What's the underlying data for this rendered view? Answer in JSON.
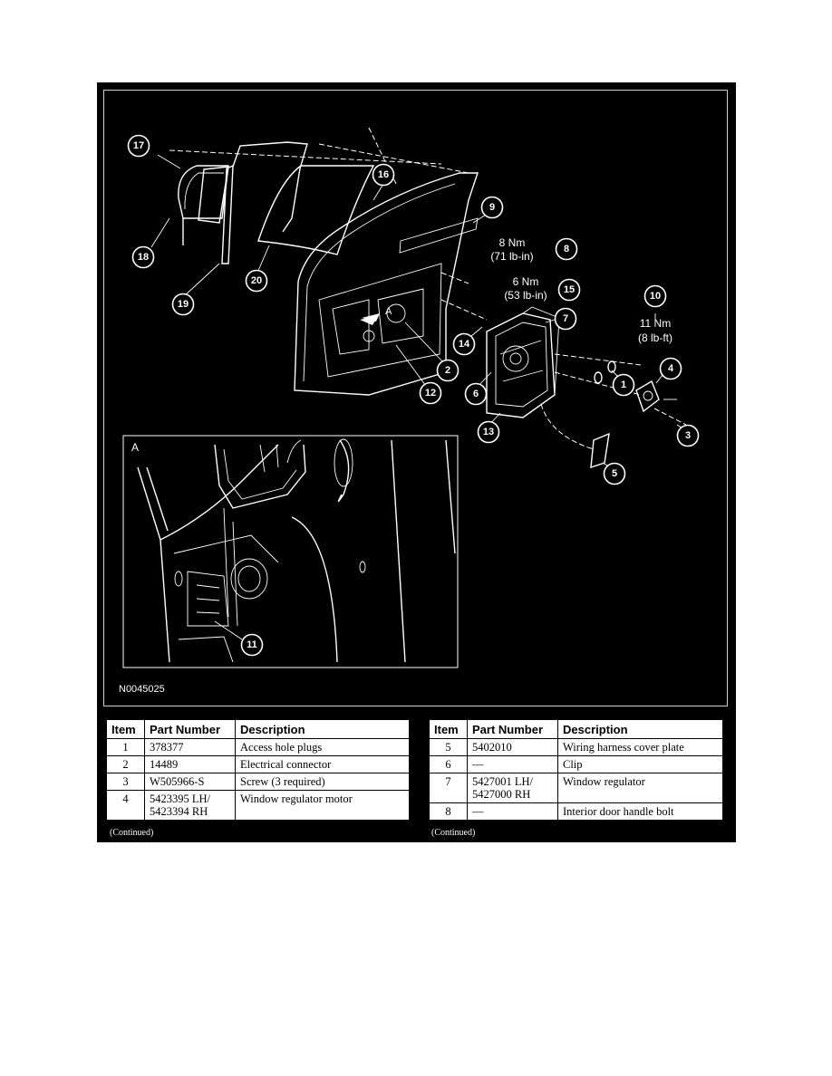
{
  "figure": {
    "code": "N0045025",
    "inset_label": "A",
    "callouts": [
      "17",
      "18",
      "19",
      "20",
      "16",
      "9",
      "8",
      "15",
      "10",
      "7",
      "14",
      "2",
      "12",
      "6",
      "13",
      "1",
      "4",
      "3",
      "5",
      "11"
    ],
    "view_marker": "A",
    "torques": {
      "t8": {
        "nm": "8 Nm",
        "imp": "(71 lb-in)"
      },
      "t15": {
        "nm": "6 Nm",
        "imp": "(53 lb-in)"
      },
      "t10": {
        "nm": "11 Nm",
        "imp": "(8 lb-ft)"
      }
    }
  },
  "tables": {
    "headers": [
      "Item",
      "Part Number",
      "Description"
    ],
    "left": [
      {
        "item": "1",
        "part": "378377",
        "desc": "Access hole plugs"
      },
      {
        "item": "2",
        "part": "14489",
        "desc": "Electrical connector"
      },
      {
        "item": "3",
        "part": "W505966-S",
        "desc": "Screw (3 required)"
      },
      {
        "item": "4",
        "part": "5423395 LH/\n5423394 RH",
        "desc": "Window regulator motor"
      }
    ],
    "right": [
      {
        "item": "5",
        "part": "5402010",
        "desc": "Wiring harness cover plate"
      },
      {
        "item": "6",
        "part": "—",
        "desc": "Clip"
      },
      {
        "item": "7",
        "part": "5427001 LH/\n5427000 RH",
        "desc": "Window regulator"
      },
      {
        "item": "8",
        "part": "—",
        "desc": "Interior door handle bolt"
      }
    ],
    "continued": "(Continued)"
  }
}
